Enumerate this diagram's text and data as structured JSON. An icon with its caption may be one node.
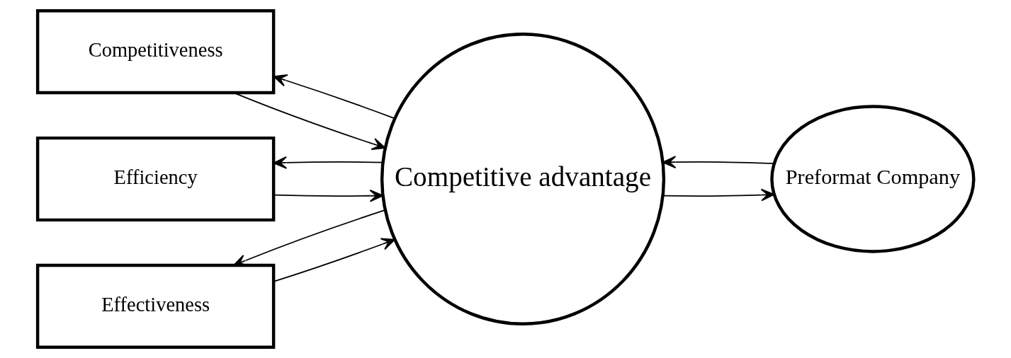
{
  "diagram": {
    "nodes": [
      {
        "text": [
          "Competitiveness"
        ]
      },
      {
        "text": [
          "Efficiency"
        ]
      },
      {
        "text": [
          "Effectiveness"
        ]
      },
      {
        "text": [
          "Competitive advantage"
        ]
      },
      {
        "text": [
          "Preformat Company"
        ]
      }
    ],
    "edges": [
      {
        "from": 0,
        "to": 3,
        "arrow": "to"
      },
      {
        "from": 3,
        "to": 0,
        "arrow": "to"
      },
      {
        "from": 1,
        "to": 3,
        "arrow": "to"
      },
      {
        "from": 3,
        "to": 1,
        "arrow": "to"
      },
      {
        "from": 2,
        "to": 3,
        "arrow": "to"
      },
      {
        "from": 3,
        "to": 2,
        "arrow": "to"
      },
      {
        "from": 3,
        "to": 4,
        "arrow": "to"
      },
      {
        "from": 4,
        "to": 3,
        "arrow": "to"
      }
    ]
  }
}
